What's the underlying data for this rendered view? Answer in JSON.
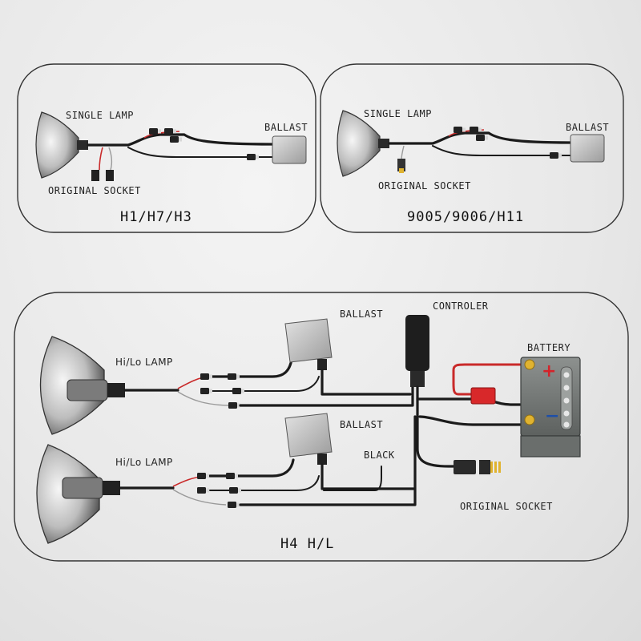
{
  "panels": {
    "h1": {
      "title": "H1/H7/H3",
      "single_lamp": "SINGLE LAMP",
      "ballast": "BALLAST",
      "original_socket": "ORIGINAL SOCKET"
    },
    "h9005": {
      "title": "9005/9006/H11",
      "single_lamp": "SINGLE LAMP",
      "ballast": "BALLAST",
      "original_socket": "ORIGINAL SOCKET"
    },
    "h4": {
      "title": "H4 H/L",
      "ballast_top": "BALLAST",
      "ballast_bottom": "BALLAST",
      "controler": "CONTROLER",
      "battery": "BATTERY",
      "hilo_lamp_top": "Hi/Lo LAMP",
      "hilo_lamp_bottom": "Hi/Lo LAMP",
      "black": "BLACK",
      "original_socket": "ORIGINAL SOCKET",
      "plus": "+",
      "minus": "−"
    }
  },
  "colors": {
    "wire": "#1b1b1b",
    "red_wire": "#c92a2a",
    "fuse": "#d8282a",
    "terminal": "#e0b330",
    "battery_body": "#7a7e7c"
  }
}
